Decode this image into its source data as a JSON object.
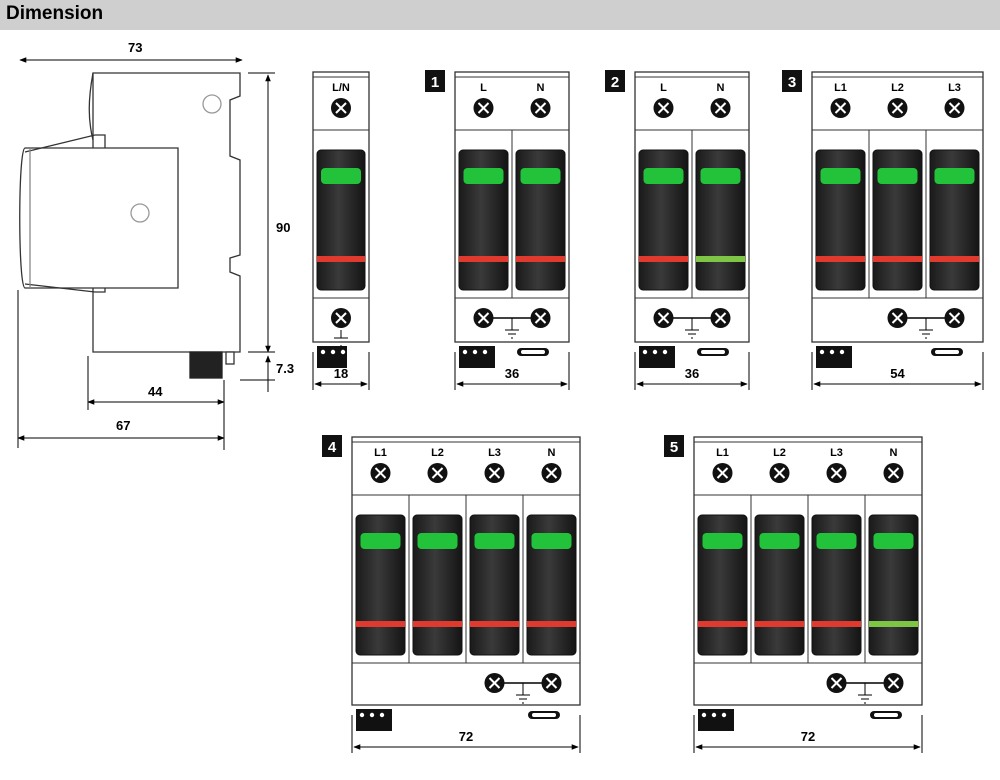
{
  "header": {
    "title": "Dimension"
  },
  "side_view": {
    "dims": {
      "overall_width": "73",
      "height": "90",
      "foot": "7.3",
      "depth_front": "44",
      "depth_total": "67"
    }
  },
  "modules": [
    {
      "id": "single",
      "badge": "",
      "terminals": [
        "L/N"
      ],
      "strip_colors": [
        "#e03a2e"
      ],
      "has_bridge": false,
      "width_label": "18"
    },
    {
      "id": "1",
      "badge": "1",
      "terminals": [
        "L",
        "N"
      ],
      "strip_colors": [
        "#e03a2e",
        "#e03a2e"
      ],
      "has_bridge": true,
      "width_label": "36"
    },
    {
      "id": "2",
      "badge": "2",
      "terminals": [
        "L",
        "N"
      ],
      "strip_colors": [
        "#e03a2e",
        "#7fc545"
      ],
      "has_bridge": true,
      "width_label": "36"
    },
    {
      "id": "3",
      "badge": "3",
      "terminals": [
        "L1",
        "L2",
        "L3"
      ],
      "strip_colors": [
        "#e03a2e",
        "#e03a2e",
        "#e03a2e"
      ],
      "has_bridge": true,
      "width_label": "54"
    },
    {
      "id": "4",
      "badge": "4",
      "terminals": [
        "L1",
        "L2",
        "L3",
        "N"
      ],
      "strip_colors": [
        "#e03a2e",
        "#e03a2e",
        "#e03a2e",
        "#e03a2e"
      ],
      "has_bridge": true,
      "width_label": "72"
    },
    {
      "id": "5",
      "badge": "5",
      "terminals": [
        "L1",
        "L2",
        "L3",
        "N"
      ],
      "strip_colors": [
        "#e03a2e",
        "#e03a2e",
        "#e03a2e",
        "#7fc545"
      ],
      "has_bridge": true,
      "width_label": "72"
    }
  ],
  "colors": {
    "indicator_green": "#22c23a",
    "cartridge_dark": "#242424",
    "red_strip": "#e03a2e",
    "green_strip": "#7fc545"
  },
  "icons": {
    "ground": "ground-icon",
    "terminal": "terminal-screw-icon"
  }
}
